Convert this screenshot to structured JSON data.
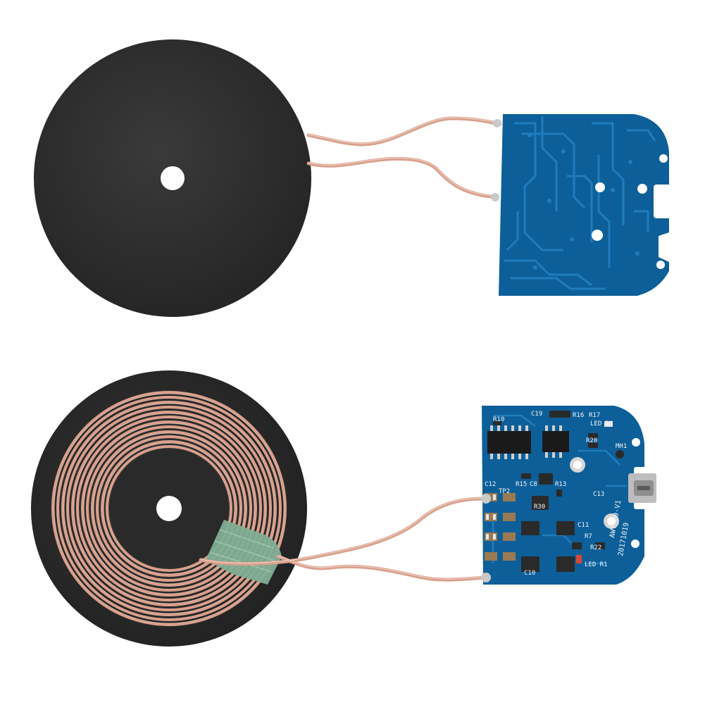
{
  "colors": {
    "background": "#ffffff",
    "coil_backing": "#2e2e2e",
    "pcb_blue": "#0d5f99",
    "pcb_trace": "#1f7dbd",
    "copper_wire": "#d9a08c",
    "tape": "#7fae95",
    "silkscreen": "#f2f6f8"
  },
  "upper": {
    "pcb_labels": {}
  },
  "lower": {
    "pcb_labels": {
      "r10": "R10",
      "c19": "C19",
      "r16": "R16",
      "r17": "R17",
      "led_b1": "LED B1",
      "r20": "R20",
      "mh1": "MH1",
      "c12": "C12",
      "tp2": "TP2",
      "r15": "R15",
      "c8": "C8",
      "r13": "R13",
      "c13": "C13",
      "r30": "R30",
      "c11": "C11",
      "r7": "R7",
      "r22": "R22",
      "led_r1": "LED R1",
      "c10": "C10",
      "model": "AWT-Q9-V1",
      "date": "20171019"
    }
  }
}
